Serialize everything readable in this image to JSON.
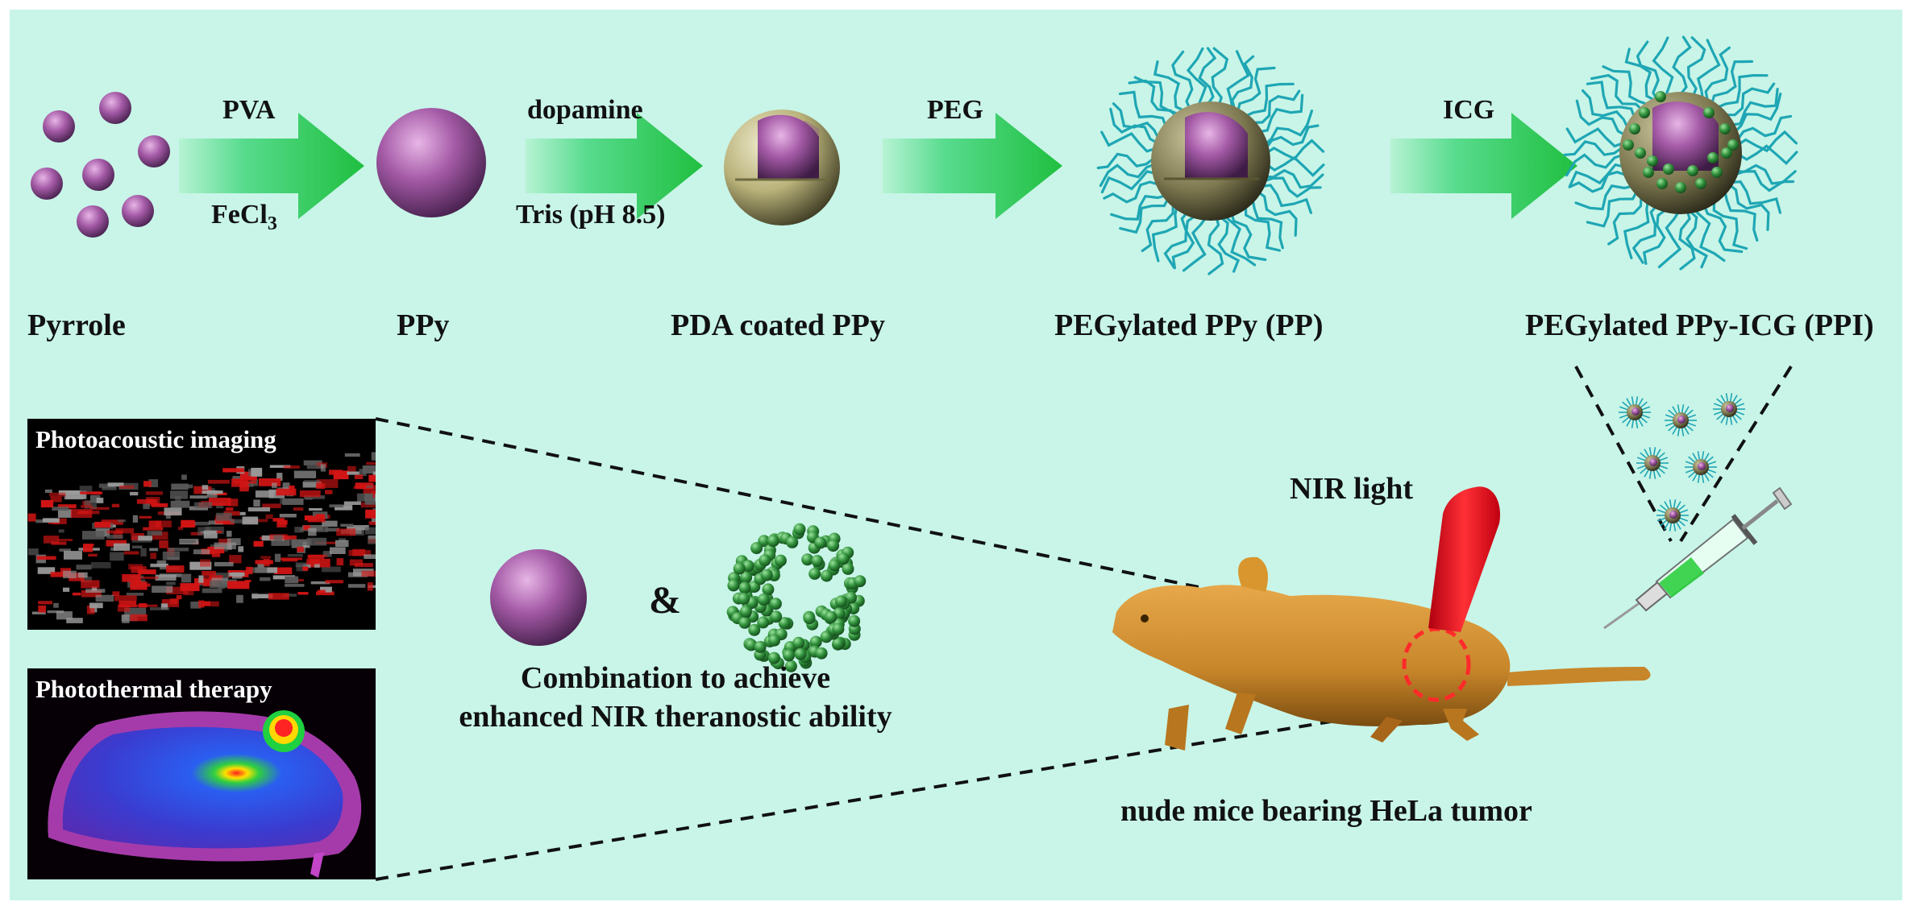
{
  "synthesis": {
    "stages": [
      {
        "label": "Pyrrole"
      },
      {
        "label": "PPy"
      },
      {
        "label": "PDA coated PPy"
      },
      {
        "label": "PEGylated PPy (PP)"
      },
      {
        "label": "PEGylated PPy-ICG (PPI)"
      }
    ],
    "steps": [
      {
        "top": "PVA",
        "bottom_main": "FeCl",
        "bottom_sub": "3",
        "color": "#2fcf5c"
      },
      {
        "top": "dopamine",
        "bottom_main": "Tris (pH 8.5)",
        "bottom_sub": "",
        "color": "#2fcf5c"
      },
      {
        "top": "PEG",
        "bottom_main": "",
        "bottom_sub": "",
        "color": "#2fcf5c"
      },
      {
        "top": "ICG",
        "bottom_main": "",
        "bottom_sub": "",
        "color": "#2fcf5c"
      }
    ]
  },
  "panels": {
    "photoacoustic": {
      "label": "Photoacoustic imaging"
    },
    "photothermal": {
      "label": "Photothermal therapy"
    }
  },
  "combination": {
    "connector": "&",
    "caption_line1": "Combination to achieve",
    "caption_line2": "enhanced NIR theranostic ability"
  },
  "mouse": {
    "light_label": "NIR light",
    "caption": "nude mice bearing HeLa tumor"
  },
  "colors": {
    "background": "#c8f5e8",
    "ppy_core": "#a45aa6",
    "pda_shell": "#b9b27a",
    "peg_chain": "#1fa6b4",
    "icg_dot": "#2f8f3a",
    "laser": "#e8202a",
    "mouse_body": "#d9962e",
    "tumor_ring": "#ff2a2a"
  }
}
